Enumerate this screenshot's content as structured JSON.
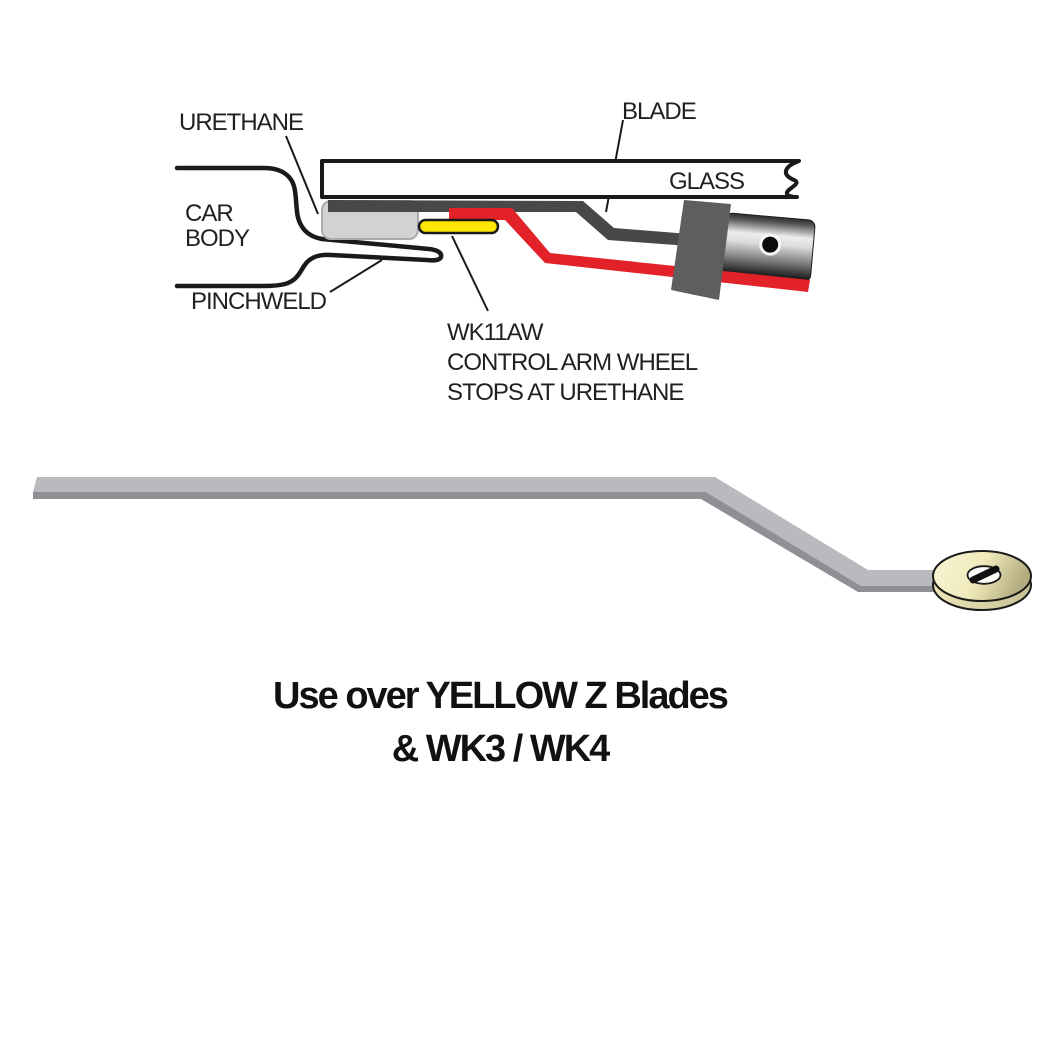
{
  "diagram": {
    "labels": {
      "urethane": "URETHANE",
      "car_body_line1": "CAR",
      "car_body_line2": "BODY",
      "pinchweld": "PINCHWELD",
      "blade": "BLADE",
      "glass": "GLASS",
      "note_line1": "WK11AW",
      "note_line2": "CONTROL ARM WHEEL",
      "note_line3": "STOPS AT URETHANE"
    },
    "colors": {
      "label_ink": "#231f20",
      "outline": "#1a1a1a",
      "glass_fill": "#ffffff",
      "urethane_gray": "#d2d2d4",
      "blade_dark_gray": "#48484a",
      "blade_red": "#e32129",
      "wheel_yellow": "#ffe605",
      "holder_gray": "#5e5e61",
      "arm_gray": "#b9babe",
      "arm_shadow_gray": "#8f9096",
      "washer_cream": "#f2edc6"
    }
  },
  "caption": {
    "line1": "Use over YELLOW Z Blades",
    "line2": "& WK3 / WK4"
  }
}
